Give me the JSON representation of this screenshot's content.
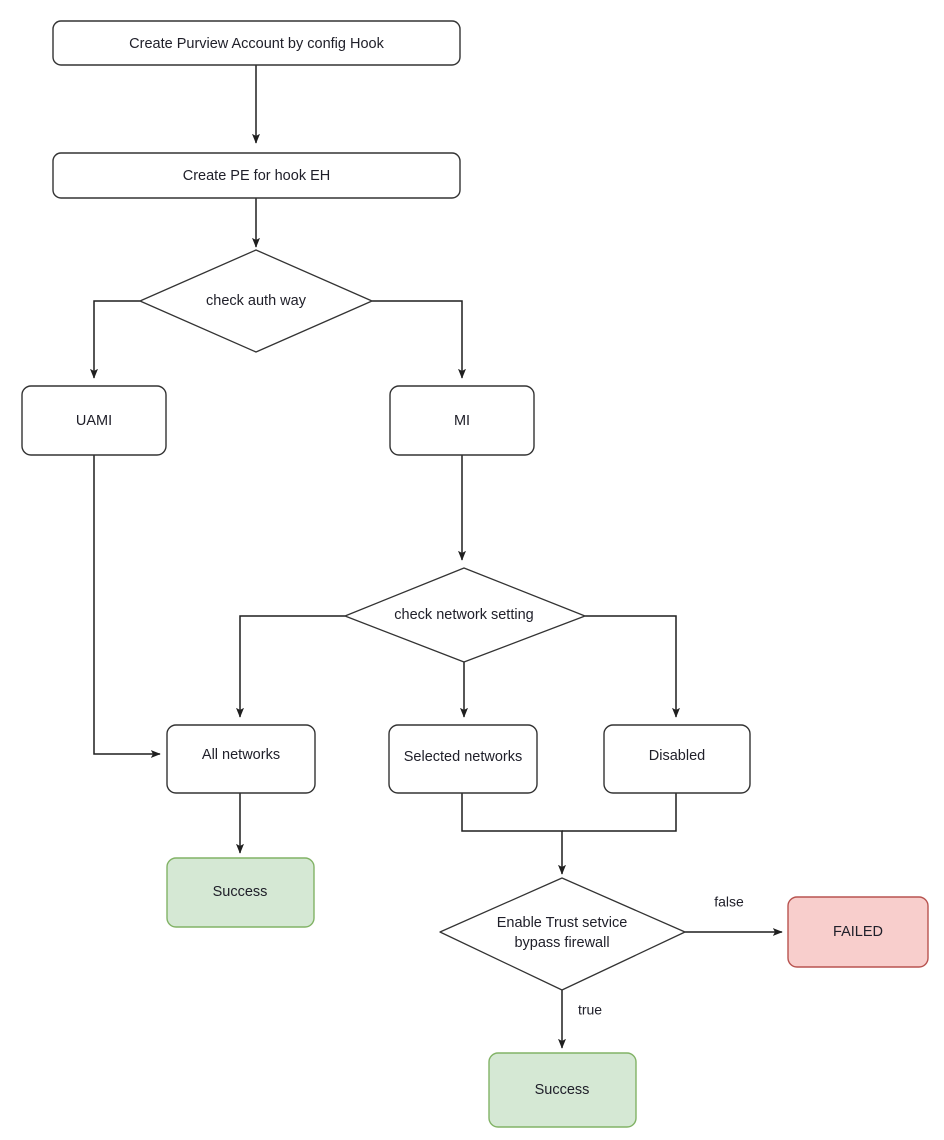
{
  "diagram": {
    "type": "flowchart",
    "orientation": "top-to-bottom",
    "background_color": "#ffffff",
    "title": ""
  },
  "style": {
    "process_fill": "#ffffff",
    "process_stroke": "#333333",
    "decision_fill": "#ffffff",
    "decision_stroke": "#333333",
    "success_fill": "#d5e8d4",
    "success_stroke": "#82b366",
    "failed_fill": "#f8cecc",
    "failed_stroke": "#b85450",
    "edge_color": "#1f1f1f",
    "text_color": "#20202a"
  },
  "nodes": {
    "create_account": {
      "label": "Create Purview Account by config Hook",
      "shape": "rounded-rect"
    },
    "create_pe": {
      "label": "Create PE for hook EH",
      "shape": "rounded-rect"
    },
    "check_auth": {
      "label": "check auth way",
      "shape": "diamond"
    },
    "uami": {
      "label": "UAMI",
      "shape": "rounded-rect"
    },
    "mi": {
      "label": "MI",
      "shape": "rounded-rect"
    },
    "check_network": {
      "label": "check network setting",
      "shape": "diamond"
    },
    "all_networks": {
      "label": "All networks",
      "shape": "rounded-rect"
    },
    "selected_networks": {
      "label": "Selected networks",
      "shape": "rounded-rect"
    },
    "disabled": {
      "label": "Disabled",
      "shape": "rounded-rect"
    },
    "success_left": {
      "label": "Success",
      "shape": "rounded-rect",
      "state": "success"
    },
    "trust_service": {
      "label_line1": "Enable Trust setvice",
      "label_line2": "bypass firewall",
      "shape": "diamond"
    },
    "failed": {
      "label": "FAILED",
      "shape": "rounded-rect",
      "state": "failed"
    },
    "success_bottom": {
      "label": "Success",
      "shape": "rounded-rect",
      "state": "success"
    }
  },
  "edges": [
    {
      "from": "create_account",
      "to": "create_pe",
      "label": ""
    },
    {
      "from": "create_pe",
      "to": "check_auth",
      "label": ""
    },
    {
      "from": "check_auth",
      "to": "uami",
      "label": ""
    },
    {
      "from": "check_auth",
      "to": "mi",
      "label": ""
    },
    {
      "from": "uami",
      "to": "all_networks",
      "label": ""
    },
    {
      "from": "mi",
      "to": "check_network",
      "label": ""
    },
    {
      "from": "check_network",
      "to": "all_networks",
      "label": ""
    },
    {
      "from": "check_network",
      "to": "selected_networks",
      "label": ""
    },
    {
      "from": "check_network",
      "to": "disabled",
      "label": ""
    },
    {
      "from": "all_networks",
      "to": "success_left",
      "label": ""
    },
    {
      "from": "selected_networks",
      "to": "trust_service",
      "label": ""
    },
    {
      "from": "disabled",
      "to": "trust_service",
      "label": ""
    },
    {
      "from": "trust_service",
      "to": "failed",
      "label": "false"
    },
    {
      "from": "trust_service",
      "to": "success_bottom",
      "label": "true"
    }
  ],
  "edge_labels": {
    "false_label": "false",
    "true_label": "true"
  }
}
